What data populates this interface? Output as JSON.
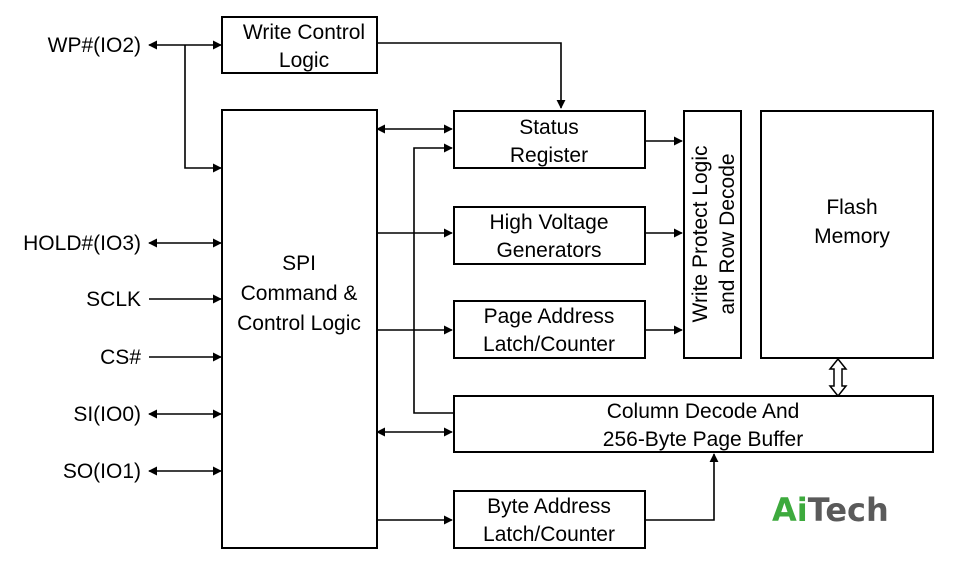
{
  "pins": {
    "wp": "WP#(IO2)",
    "hold": "HOLD#(IO3)",
    "sclk": "SCLK",
    "cs": "CS#",
    "si": "SI(IO0)",
    "so": "SO(IO1)"
  },
  "blocks": {
    "write_control": [
      "Write Control",
      "Logic"
    ],
    "spi": [
      "SPI",
      "Command &",
      "Control Logic"
    ],
    "status": [
      "Status",
      "Register"
    ],
    "high_voltage": [
      "High Voltage",
      "Generators"
    ],
    "page_address": [
      "Page Address",
      "Latch/Counter"
    ],
    "write_protect": [
      "Write Protect Logic",
      "and Row Decode"
    ],
    "flash": [
      "Flash",
      "Memory"
    ],
    "column_decode": [
      "Column Decode And",
      "256-Byte Page Buffer"
    ],
    "byte_address": [
      "Byte Address",
      "Latch/Counter"
    ]
  },
  "logo": {
    "part1": "Ai",
    "part2": "Tech"
  },
  "colors": {
    "logo_green": "#3daa3d",
    "logo_gray": "#5a5a5a",
    "line": "#000000"
  }
}
